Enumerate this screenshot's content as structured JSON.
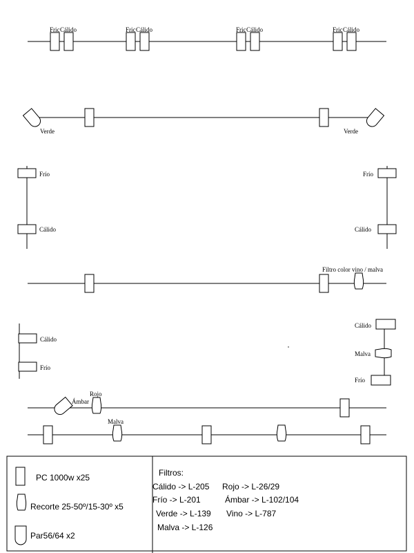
{
  "labels": {
    "frio": "Frío",
    "frio_short": "Fric",
    "calido": "Cálido",
    "verde": "Verde",
    "rojo": "Rojo",
    "ambar": "Ámbar",
    "malva": "Malva",
    "filtro_vino_malva": "Filtro color vino / malva"
  },
  "legend": {
    "pc": "PC 1000w x25",
    "recorte": "Recorte 25-50º/15-30º x5",
    "par": "Par56/64 x2",
    "filtros_title": "Filtros:",
    "filtros": [
      "Cálido -> L-205",
      "Rojo -> L-26/29",
      "Frío -> L-201",
      "Ámbar -> L-102/104",
      "Verde -> L-139",
      "Vino -> L-787",
      "Malva -> L-126"
    ]
  }
}
